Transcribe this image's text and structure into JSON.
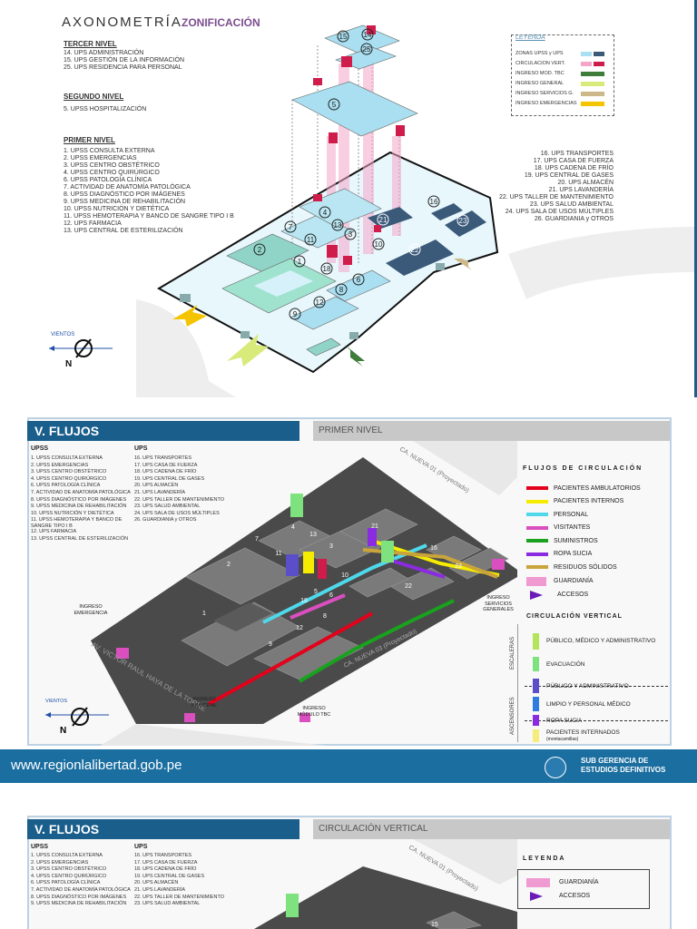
{
  "slide1": {
    "title": "AXONOMETRÍA",
    "subtitle": "ZONIFICACIÓN",
    "tercer_nivel": {
      "title": "TERCER NIVEL",
      "items": [
        "14. UPS ADMINISTRACIÓN",
        "15. UPS GESTIÓN DE LA INFORMACIÓN",
        "25. UPS RESIDENCIA PARA PERSONAL"
      ]
    },
    "segundo_nivel": {
      "title": "SEGUNDO NIVEL",
      "items": [
        "5. UPSS HOSPITALIZACIÓN"
      ]
    },
    "primer_nivel": {
      "title": "PRIMER NIVEL",
      "items": [
        "1. UPSS CONSULTA EXTERNA",
        "2. UPSS EMERGENCIAS",
        "3. UPSS CENTRO OBSTÉTRICO",
        "4. UPSS CENTRO QUIRÚRGICO",
        "6. UPSS PATOLOGÍA CLÍNICA",
        "7. ACTIVIDAD DE ANATOMÍA PATOLÓGICA",
        "8. UPSS DIAGNÓSTICO POR IMÁGENES",
        "9. UPSS MEDICINA DE REHABILITACIÓN",
        "10. UPSS NUTRICIÓN Y DIETÉTICA",
        "11. UPSS HEMOTERAPIA Y BANCO DE SANGRE TIPO I B",
        "12. UPS FARMACIA",
        "13. UPS CENTRAL DE ESTERILIZACIÓN"
      ]
    },
    "right_list": [
      "16. UPS TRANSPORTES",
      "17. UPS CASA DE FUERZA",
      "18. UPS CADENA DE FRÍO",
      "19. UPS CENTRAL DE GASES",
      "20. UPS ALMACÉN",
      "21. UPS LAVANDERÍA",
      "22. UPS TALLER DE MANTENIMIENTO",
      "23. UPS SALUD AMBIENTAL",
      "24. UPS SALA DE USOS MÚLTIPLES",
      "26. GUARDIANIA y OTROS"
    ],
    "legend": {
      "title": "LEYENDA",
      "items": [
        {
          "label": "ZONAS UPSS y UPS",
          "color": "#a9dff0",
          "color2": "#3b5a7a"
        },
        {
          "label": "CIRCULACION VERT.",
          "color": "#f4a6c8",
          "color2": "#d01c4a"
        },
        {
          "label": "INGRESO MOD. TBC",
          "color": "#3f7d3a"
        },
        {
          "label": "INGRESO GENERAL",
          "color": "#d8ea7a"
        },
        {
          "label": "INGRESO SERVICIOS G.",
          "color": "#cdb88a"
        },
        {
          "label": "INGRESO EMERGENCIAS",
          "color": "#f5c400"
        }
      ]
    },
    "vientos": "VIENTOS",
    "north": "N"
  },
  "slide2": {
    "tag": "V. FLUJOS",
    "section": "PRIMER NIVEL",
    "upss_title": "UPSS",
    "upss": [
      "1. UPSS CONSULTA EXTERNA",
      "2. UPSS EMERGENCIAS",
      "3. UPSS CENTRO OBSTÉTRICO",
      "4. UPSS CENTRO QUIRÚRGICO",
      "6. UPSS PATOLOGÍA CLÍNICA",
      "7. ACTIVIDAD DE ANATOMÍA PATOLÓGICA",
      "8. UPSS DIAGNÓSTICO POR IMÁGENES",
      "9. UPSS MEDICINA DE REHABILITACIÓN",
      "10. UPSS NUTRICIÓN Y DIETÉTICA",
      "11. UPSS HEMOTERAPIA Y BANCO DE SANGRE TIPO I B",
      "12. UPS FARMACIA",
      "13. UPSS CENTRAL DE ESTERILIZACIÓN"
    ],
    "ups_title": "UPS",
    "ups": [
      "16. UPS TRANSPORTES",
      "17. UPS CASA DE FUERZA",
      "18. UPS CADENA DE FRÍO",
      "19. UPS CENTRAL DE GASES",
      "20. UPS ALMACÉN",
      "21. UPS LAVANDERÍA",
      "22. UPS TALLER DE MANTENIMIENTO",
      "23. UPS SALUD AMBIENTAL",
      "24. UPS SALA DE USOS MÚLTIPLES",
      "26. GUARDIANIA y OTROS"
    ],
    "flujos_title": "FLUJOS DE CIRCULACIÓN",
    "flujos": [
      {
        "label": "PACIENTES AMBULATORIOS",
        "color": "#e3001b"
      },
      {
        "label": "PACIENTES INTERNOS",
        "color": "#f5ec00"
      },
      {
        "label": "PERSONAL",
        "color": "#4fd8ea"
      },
      {
        "label": "VISITANTES",
        "color": "#d94fc0"
      },
      {
        "label": "SUMINISTROS",
        "color": "#19a21e"
      },
      {
        "label": "ROPA SUCIA",
        "color": "#8a2be2"
      },
      {
        "label": "RESIDUOS SÓLIDOS",
        "color": "#c9a43a"
      },
      {
        "label": "GUARDIANÍA",
        "color": "#f09ad2"
      },
      {
        "label": "ACCESOS",
        "color": "#6a1bb8"
      }
    ],
    "vertical_title": "CIRCULACIÓN VERTICAL",
    "vertical": [
      {
        "label": "PÚBLICO, MÉDICO Y ADMINISTRATIVO",
        "color": "#b3e45b"
      },
      {
        "label": "EVACUACIÓN",
        "color": "#7ee27e"
      },
      {
        "label": "PÚBLICO Y ADMINISTRATIVO",
        "color": "#5a4fc9"
      },
      {
        "label": "LIMPIO Y PERSONAL MÉDICO",
        "color": "#2f7be0"
      },
      {
        "label": "ROPA SUCIA",
        "color": "#8a2be2"
      },
      {
        "label": "PACIENTES INTERNADOS",
        "sub": "(montacamillas)",
        "color": "#f5ec7a"
      }
    ],
    "escaleras": "ESCALERAS",
    "ascensores": "ASCENSORES",
    "road1": "CA. NUEVA 01 (Proyectado)",
    "road2": "CA. NUEVA 03 (Proyectado)",
    "road3": "AV. VICTOR RAUL HAYA DE LA TORRE",
    "ing_emergencia": "INGRESO EMERGENCIA",
    "ing_principal": "INGRESO PRINCIPAL",
    "ing_tbc": "INGRESO MÓDULO TBC",
    "ing_servicios": "INGRESO SERVICIOS GENERALES",
    "vientos": "VIENTOS",
    "north": "N",
    "footer_url": "www.regionlalibertad.gob.pe",
    "footer_org_1": "SUB GERENCIA DE",
    "footer_org_2": "ESTUDIOS DEFINITIVOS"
  },
  "slide3": {
    "tag": "V. FLUJOS",
    "section": "CIRCULACIÓN VERTICAL",
    "upss_title": "UPSS",
    "upss": [
      "1. UPSS CONSULTA EXTERNA",
      "2. UPSS EMERGENCIAS",
      "3. UPSS CENTRO OBSTÉTRICO",
      "4. UPSS CENTRO QUIRÚRGICO",
      "6. UPSS PATOLOGÍA CLÍNICA",
      "7. ACTIVIDAD DE ANATOMÍA PATOLÓGICA",
      "8. UPSS DIAGNÓSTICO POR IMÁGENES",
      "9. UPSS MEDICINA DE REHABILITACIÓN"
    ],
    "ups_title": "UPS",
    "ups": [
      "16. UPS TRANSPORTES",
      "17. UPS CASA DE FUERZA",
      "18. UPS CADENA DE FRÍO",
      "19. UPS CENTRAL DE GASES",
      "20. UPS ALMACÉN",
      "21. UPS LAVANDERÍA",
      "22. UPS TALLER DE MANTENIMIENTO",
      "23. UPS SALUD AMBIENTAL"
    ],
    "legend_title": "LEYENDA",
    "legend": [
      {
        "label": "GUARDIANÍA",
        "color": "#f09ad2"
      },
      {
        "label": "ACCESOS",
        "color": "#6a1bb8"
      }
    ],
    "road1": "CA. NUEVA 01 (Proyectado)"
  }
}
